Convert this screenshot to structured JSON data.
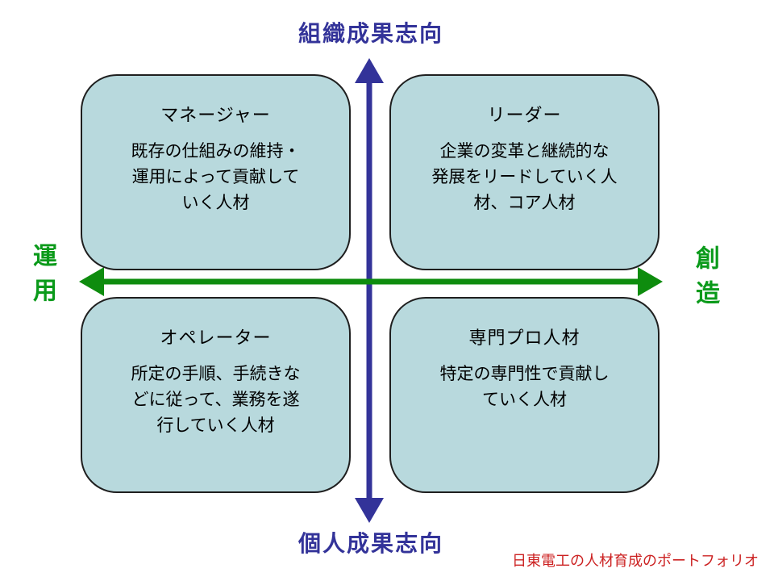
{
  "axes": {
    "top_label": "組織成果志向",
    "bottom_label": "個人成果志向",
    "left_label": "運用",
    "right_label": "創造",
    "vertical_color": "#333399",
    "horizontal_color": "#0e8c0e",
    "axis_label_color": "#333399",
    "side_label_color": "#0a9a1a"
  },
  "quadrants": [
    {
      "position": "top-left",
      "title": "マネージャー",
      "body": "既存の仕組みの維持・\n運用によって貢献して\nいく人材"
    },
    {
      "position": "top-right",
      "title": "リーダー",
      "body": "企業の変革と継続的な\n発展をリードしていく人\n材、コア人材"
    },
    {
      "position": "bottom-left",
      "title": "オペレーター",
      "body": "所定の手順、手続きな\nどに従って、業務を遂\n行していく人材"
    },
    {
      "position": "bottom-right",
      "title": "専門プロ人材",
      "body": "特定の専門性で貢献し\nていく人材"
    }
  ],
  "caption": {
    "text": "日東電工の人材育成のポートフォリオ",
    "color": "#cc2222"
  },
  "box_style": {
    "fill": "#b8d9dd",
    "border_color": "#1f1f1f"
  }
}
